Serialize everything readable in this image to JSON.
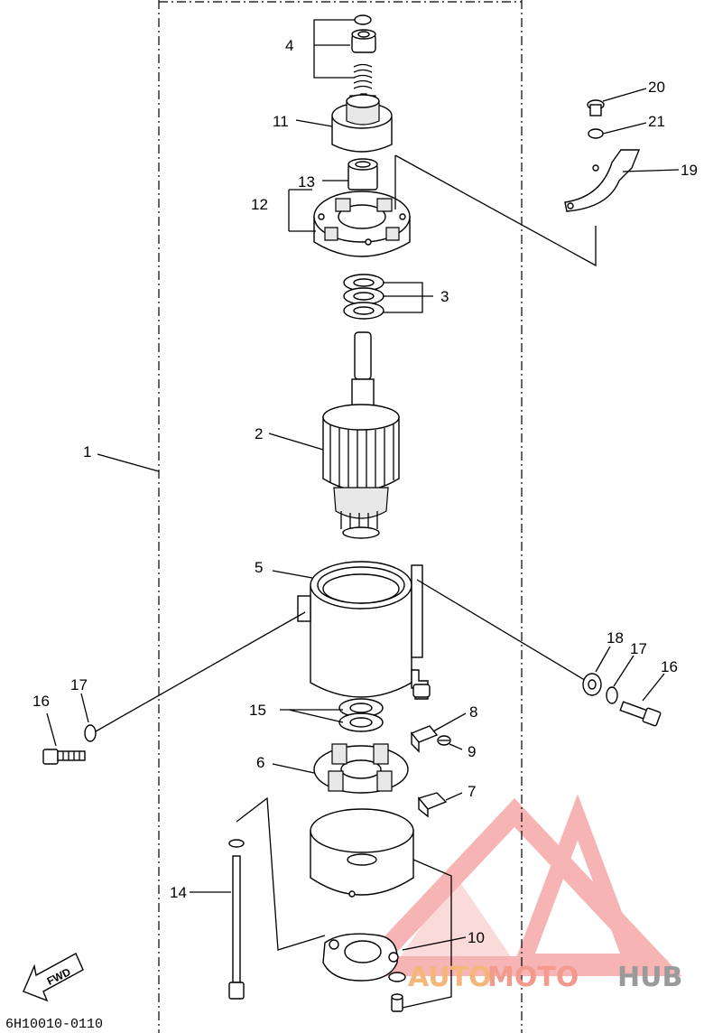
{
  "diagram_code": "6H10010-0110",
  "fwd_label": "FWD",
  "watermark": {
    "part1": "AUTO",
    "part2": "MOTO",
    "part3": "HUB"
  },
  "callouts": {
    "c1": "1",
    "c2": "2",
    "c3": "3",
    "c4": "4",
    "c5": "5",
    "c6": "6",
    "c7": "7",
    "c8": "8",
    "c9": "9",
    "c10": "10",
    "c11": "11",
    "c12": "12",
    "c13": "13",
    "c14": "14",
    "c15": "15",
    "c16a": "16",
    "c16b": "16",
    "c17a": "17",
    "c17b": "17",
    "c18": "18",
    "c19": "19",
    "c20": "20",
    "c21": "21"
  },
  "colors": {
    "line": "#000000",
    "watermark_red": "#f07a78",
    "watermark_orange": "#f5b67a",
    "watermark_gray": "#9a9a9a"
  }
}
